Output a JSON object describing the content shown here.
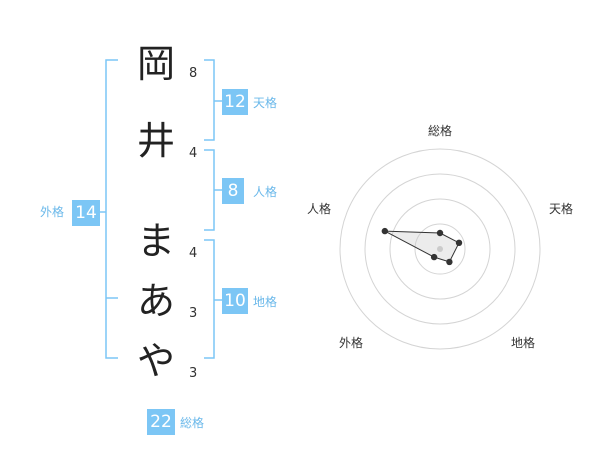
{
  "name_chars": [
    {
      "char": "岡",
      "strokes": "8"
    },
    {
      "char": "井",
      "strokes": "4"
    },
    {
      "char": "ま",
      "strokes": "4"
    },
    {
      "char": "あ",
      "strokes": "3"
    },
    {
      "char": "や",
      "strokes": "3"
    }
  ],
  "fortunes": {
    "tenkaku": {
      "value": "12",
      "label": "天格"
    },
    "jinkaku": {
      "value": "8",
      "label": "人格"
    },
    "chikaku": {
      "value": "10",
      "label": "地格"
    },
    "gaikaku": {
      "value": "14",
      "label": "外格"
    },
    "soukaku": {
      "value": "22",
      "label": "総格"
    }
  },
  "colors": {
    "accent": "#7cc6f5",
    "bracket": "#7cc6f5",
    "text": "#222222"
  },
  "chart_data": {
    "type": "radar",
    "axes": [
      "総格",
      "天格",
      "地格",
      "外格",
      "人格"
    ],
    "values": [
      0.16,
      0.2,
      0.16,
      0.1,
      0.58
    ],
    "max": 1,
    "rings": 4
  }
}
